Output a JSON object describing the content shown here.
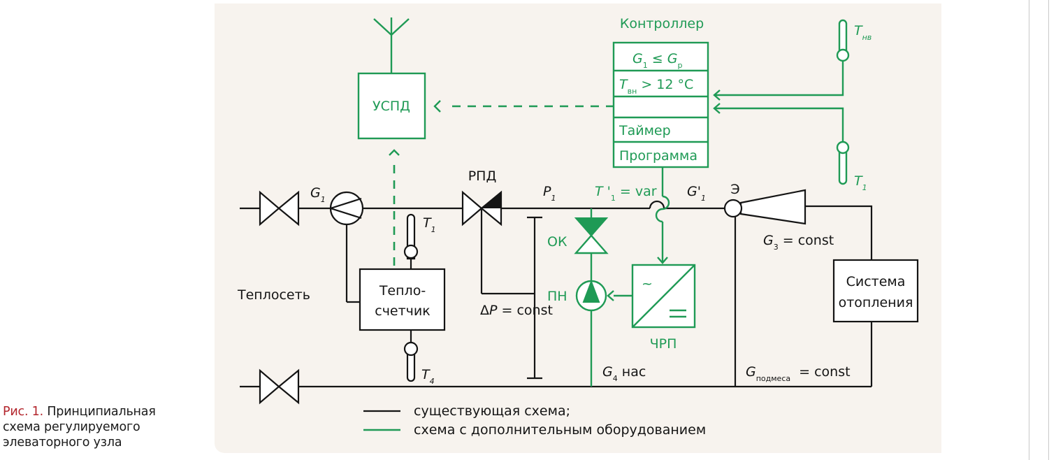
{
  "figure": {
    "caption_number": "Рис. 1.",
    "caption_line1": " Принципиальная",
    "caption_line2": "схема регулируемого",
    "caption_line3": "элеваторного узла"
  },
  "colors": {
    "existing_line": "#141414",
    "added_equipment": "#1f9a55",
    "panel_background": "#f7f3ee",
    "caption_accent": "#b3262d"
  },
  "diagram": {
    "controller": {
      "title": "Контроллер",
      "rows": [
        {
          "main": "G",
          "sub": "1",
          "rest": " ≤ G",
          "sub2": "p"
        },
        {
          "main": "T",
          "sub": "вн",
          "rest": " > 12 °C"
        },
        {
          "main": "",
          "sub": "",
          "rest": ""
        },
        {
          "main": "Таймер"
        },
        {
          "main": "Программа"
        }
      ]
    },
    "uspd": {
      "label": "УСПД"
    },
    "heat_meter": {
      "line1": "Тепло-",
      "line2": "счетчик"
    },
    "heating_system": {
      "line1": "Система",
      "line2": "отопления"
    },
    "network_label": "Теплосеть",
    "labels": {
      "g1": {
        "main": "G",
        "sub": "1"
      },
      "t1_supply": {
        "main": "T",
        "sub": "1"
      },
      "t4": {
        "main": "T",
        "sub": "4"
      },
      "rpd": "РПД",
      "p1": {
        "main": "P",
        "sub": "1"
      },
      "dp": {
        "prefix": "Δ",
        "main": "P",
        "rest": " = const"
      },
      "t1_prime": {
        "main": "T '",
        "sub": "1",
        "rest": " = var"
      },
      "g1_prime": {
        "main": "G'",
        "sub": "1"
      },
      "elevator": "Э",
      "g3": {
        "main": "G",
        "sub": "3",
        "rest": " = const"
      },
      "ok": "ОК",
      "pn": "ПН",
      "chrp": "ЧРП",
      "g4": {
        "main": "G",
        "sub": "4",
        "rest": "  нас"
      },
      "g_mix": {
        "main": "G",
        "sub": "подмеса",
        "rest": "= const"
      },
      "t_outdoor": {
        "main": "T",
        "sub": "нв"
      },
      "t1_sensor": {
        "main": "T",
        "sub": "1"
      },
      "vfd_ac": "~",
      "vfd_dc": "="
    },
    "legend": [
      {
        "label": "существующая схема;",
        "type": "existing"
      },
      {
        "label": "схема с дополнительным оборудованием",
        "type": "added"
      }
    ]
  }
}
